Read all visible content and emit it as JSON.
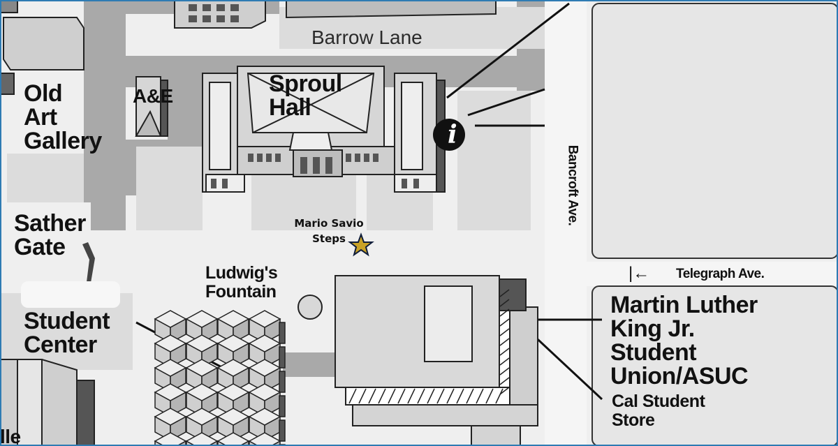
{
  "map": {
    "labels": {
      "barrow_lane": "Barrow Lane",
      "old_art_gallery": "Old\nArt\nGallery",
      "ae": "A&E",
      "sproul_hall": "Sproul\nHall",
      "bancroft": "Bancroft Ave.",
      "sather_gate": "Sather\nGate",
      "mario_savio": "Mario Savio\nSteps",
      "ludwigs_fountain": "Ludwig's\nFountain",
      "telegraph": "Telegraph Ave.",
      "mlk_union": "Martin Luther\nKing Jr.\nStudent\nUnion/ASUC",
      "student_center": "Student\nCenter",
      "cal_student_store": "Cal Student\nStore",
      "corner_fragment": "lle"
    },
    "icons": {
      "info": "i",
      "arrow": "|←"
    },
    "colors": {
      "road": "#a9a9a9",
      "plaza": "#eeeeee",
      "building": "#d3d3d3",
      "building_dark": "#555555",
      "block": "#e6e6e6"
    }
  }
}
